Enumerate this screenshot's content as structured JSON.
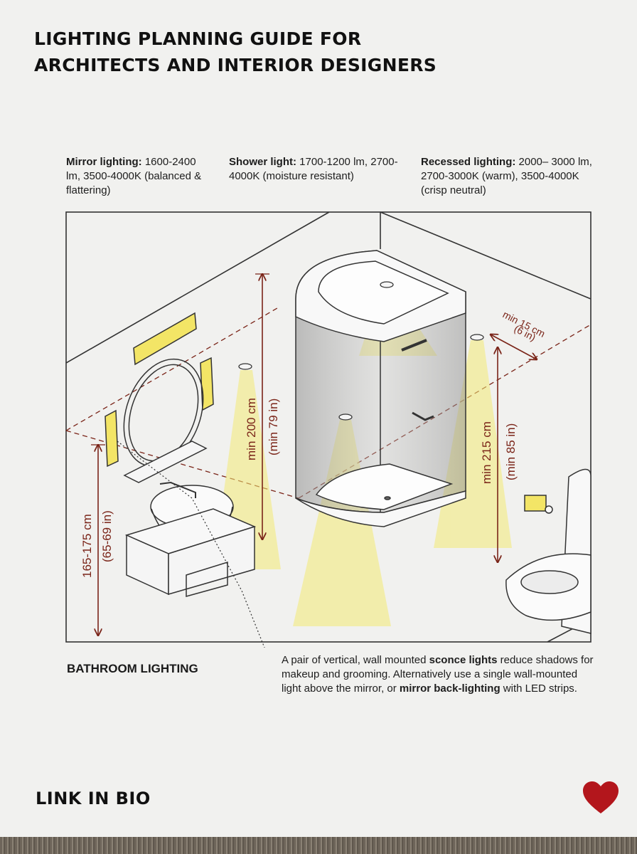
{
  "title": {
    "line1": "LIGHTING PLANNING GUIDE FOR",
    "line2": "ARCHITECTS AND INTERIOR DESIGNERS"
  },
  "specs": [
    {
      "label": "Mirror lighting:",
      "text": " 1600-2400 lm, 3500-4000K (balanced & flattering)"
    },
    {
      "label": "Shower light:",
      "text": " 1700-1200 lm, 2700-4000K (moisture resistant)"
    },
    {
      "label": "Recessed lighting:",
      "text": " 2000– 3000 lm, 2700-3000K (warm), 3500-4000K (crisp neutral)"
    }
  ],
  "dimensions": {
    "left_cm": "165-175 cm",
    "left_in": "(65-69 in)",
    "mid_cm": "min 200 cm",
    "mid_in": "(min 79 in)",
    "right_cm": "min 215 cm",
    "right_in": "(min 85 in)",
    "offset_cm": "min 15 cm",
    "offset_in": "(6 in)"
  },
  "section_label": "BATHROOM LIGHTING",
  "note": {
    "part1": "A pair of vertical, wall mounted ",
    "bold1": "sconce lights",
    "part2": " reduce shadows for makeup and grooming. Alternatively use a single wall-mounted light above the mirror, or ",
    "bold2": "mirror back-lighting",
    "part3": " with LED strips."
  },
  "footer": {
    "link_label": "LINK IN BIO"
  },
  "icons": {
    "heart": "heart-icon"
  },
  "colors": {
    "paper": "#f1f1ef",
    "dimension_red": "#7a2418",
    "light_yellow": "#f3ea74",
    "heart_red": "#b3161c",
    "line": "#333333"
  }
}
